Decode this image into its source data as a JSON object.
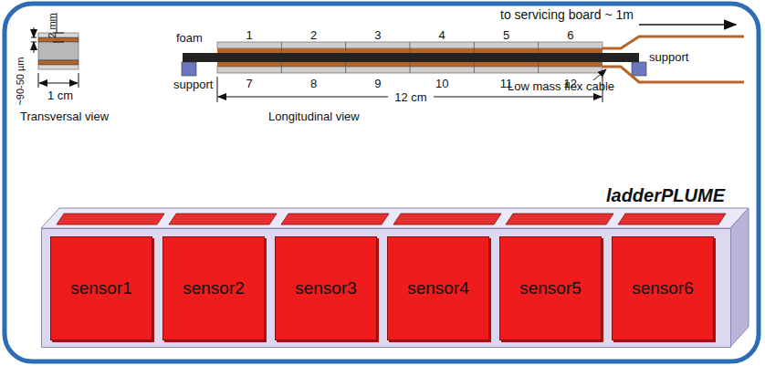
{
  "diagram": {
    "nodes": [
      {
        "text": [
          "ladderPLUME"
        ]
      },
      {
        "text": [
          "sensor1"
        ],
        "in": 0
      },
      {
        "text": [
          "sensor2"
        ],
        "in": 0
      },
      {
        "text": [
          "sensor3"
        ],
        "in": 0
      },
      {
        "text": [
          "sensor4"
        ],
        "in": 0
      },
      {
        "text": [
          "sensor5"
        ],
        "in": 0
      },
      {
        "text": [
          "sensor6"
        ],
        "in": 0
      }
    ],
    "edges": [],
    "labels": [
      "to servicing board ~ 1m",
      "2 mm",
      "foam",
      "1",
      "2",
      "3",
      "4",
      "5",
      "6",
      "support",
      "support",
      "~90-50 µm",
      "7",
      "8",
      "9",
      "10",
      "11",
      "12",
      "Low mass flex cable",
      "1 cm",
      "12 cm",
      "Transversal view",
      "Longitudinal view"
    ]
  }
}
